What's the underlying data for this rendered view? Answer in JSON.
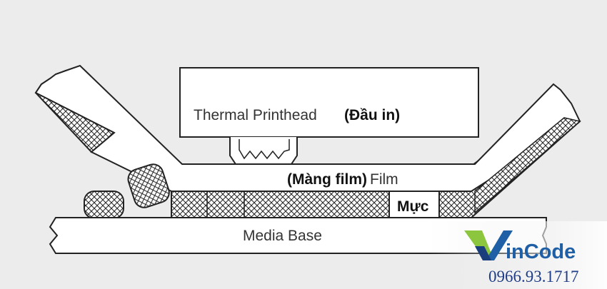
{
  "labels": {
    "printhead": "Thermal Printhead",
    "printhead_vi": "(Đầu in)",
    "film_vi": "(Màng film)",
    "film": "Film",
    "ink": "Mực",
    "media": "Media Base"
  },
  "logo": {
    "text": "inCode",
    "phone": "0966.93.1717",
    "colors": {
      "green": "#8cc63f",
      "blue": "#1f5fa6",
      "dark": "#1a3d7c"
    }
  }
}
